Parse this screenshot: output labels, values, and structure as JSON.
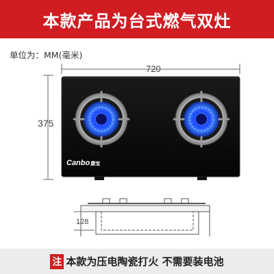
{
  "header": {
    "title": "本款产品为台式燃气双灶"
  },
  "unit_label": "单位为：MM(毫米)",
  "dimensions": {
    "width": "720",
    "height": "375",
    "depth": "128"
  },
  "brand": {
    "name": "Canbo",
    "cn": "康宝"
  },
  "footer": {
    "tag": "注",
    "text": "本款为压电陶瓷打火 不需要装电池"
  },
  "colors": {
    "header_bg": "#cf1d22",
    "flame": "#1e4dff",
    "footer_bg": "#ececec"
  }
}
